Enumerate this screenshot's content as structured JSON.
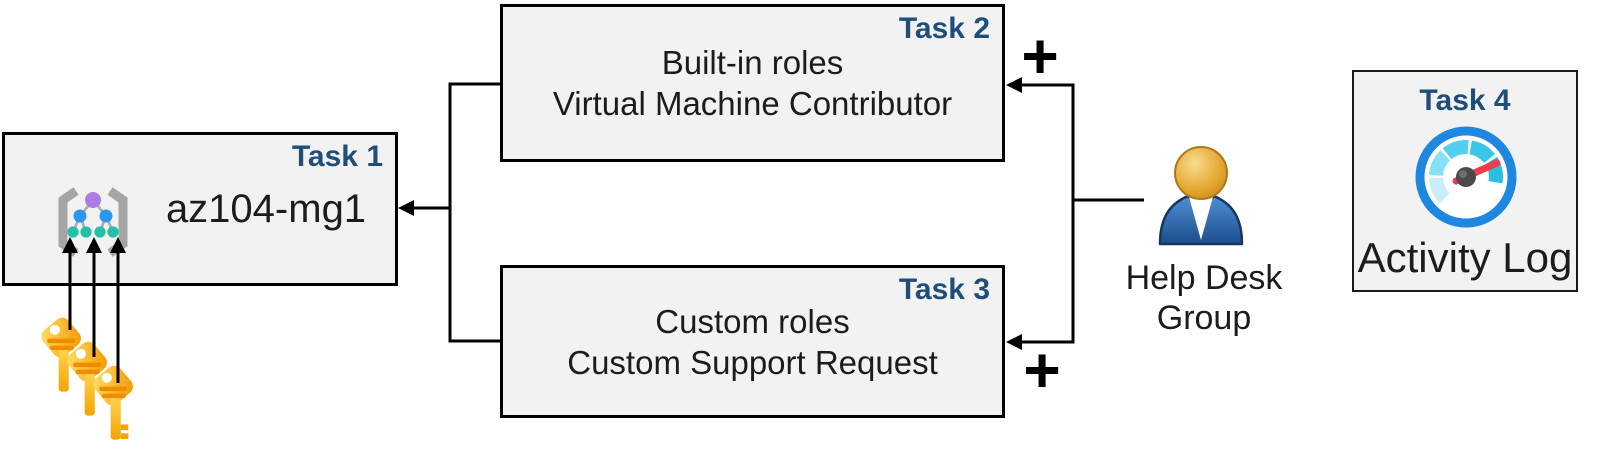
{
  "nodes": {
    "task1": {
      "badge": "Task 1",
      "label": "az104-mg1"
    },
    "task2": {
      "badge": "Task 2",
      "line1": "Built-in roles",
      "line2": "Virtual Machine Contributor"
    },
    "task3": {
      "badge": "Task 3",
      "line1": "Custom roles",
      "line2": "Custom Support Request"
    },
    "task4": {
      "badge": "Task 4",
      "label": "Activity Log"
    },
    "helpdesk": {
      "line1": "Help Desk",
      "line2": "Group"
    }
  },
  "connectors": {
    "plus_top": "+",
    "plus_bottom": "+"
  },
  "icons": {
    "task1_icon": "management-group-icon",
    "task4_icon": "activity-log-gauge-icon",
    "helpdesk_icon": "person-icon",
    "keys_icon": "keys-icon"
  },
  "colors": {
    "box_fill": "#f2f2f2",
    "box_border": "#000000",
    "task_label": "#1f4e79",
    "body_text": "#1c1c1c",
    "mg_purple": "#a97de2",
    "mg_blue": "#2d96ee",
    "mg_teal": "#26bfa7",
    "mg_bracket": "#a5a5a5",
    "key_gold": "#fdb913",
    "key_orange": "#f08c00",
    "person_blue": "#2b5f9e",
    "person_gold": "#e2a72e",
    "gauge_ring_blue": "#1e87e0",
    "gauge_needle_red": "#ee3d4e"
  }
}
